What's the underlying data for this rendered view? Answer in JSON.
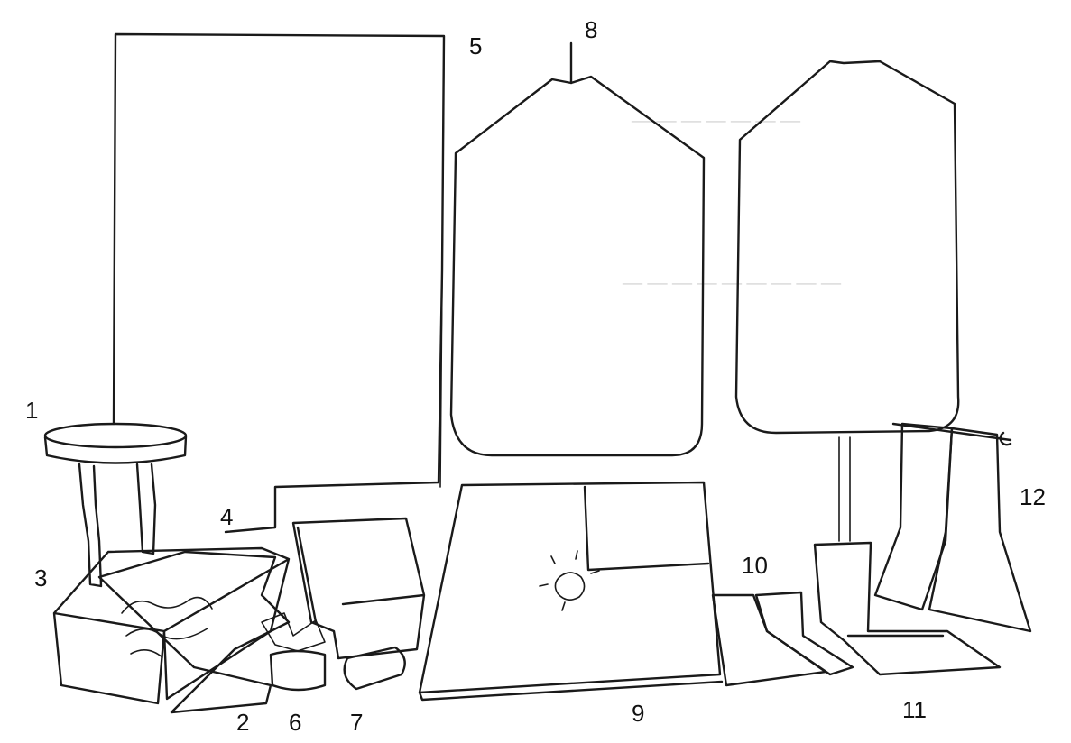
{
  "colors": {
    "ink": "#1a1a1a",
    "paper": "#ffffff"
  },
  "labels": {
    "l1": "1",
    "l2": "2",
    "l3": "3",
    "l4": "4",
    "l5": "5",
    "l6": "6",
    "l7": "7",
    "l8": "8",
    "l9": "9",
    "l10": "10",
    "l11": "11",
    "l12": "12"
  }
}
